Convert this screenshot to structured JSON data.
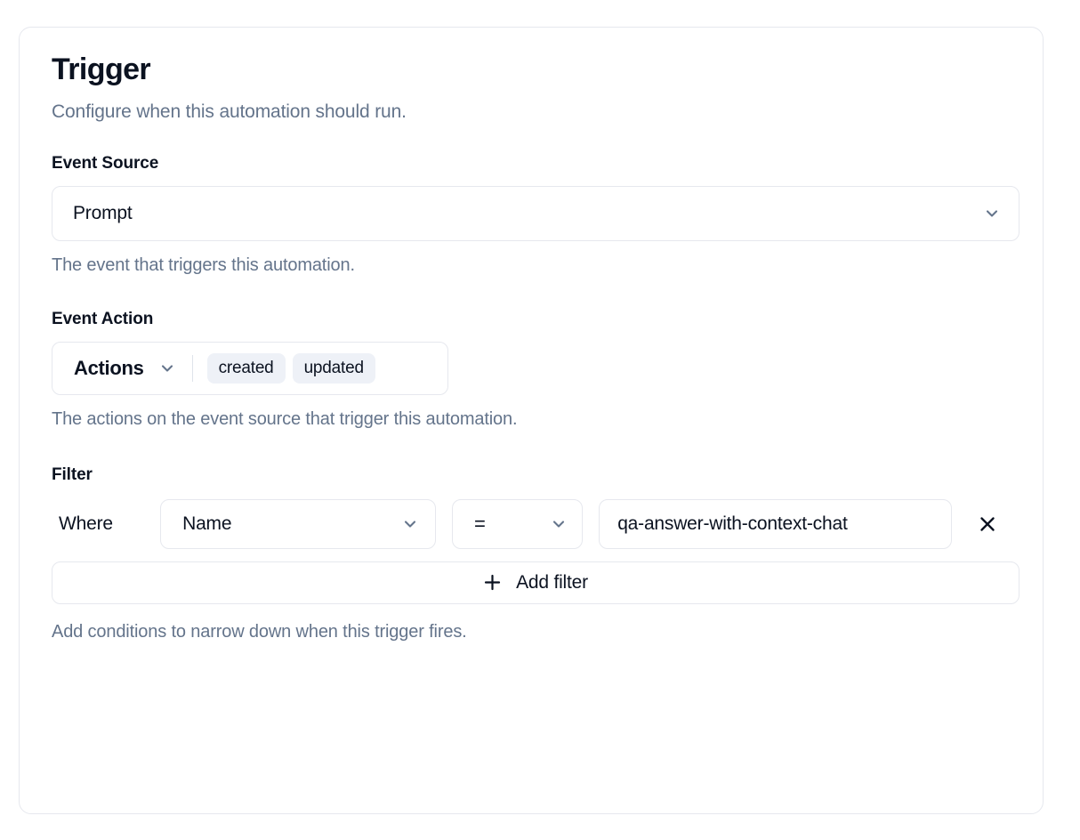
{
  "card": {
    "title": "Trigger",
    "subtitle": "Configure when this automation should run."
  },
  "event_source": {
    "label": "Event Source",
    "value": "Prompt",
    "help": "The event that triggers this automation.",
    "chevron_icon": "chevron-down-icon"
  },
  "event_action": {
    "label": "Event Action",
    "trigger_label": "Actions",
    "chips": [
      "created",
      "updated"
    ],
    "help": "The actions on the event source that trigger this automation.",
    "chevron_icon": "chevron-down-icon"
  },
  "filter": {
    "label": "Filter",
    "where_label": "Where",
    "rows": [
      {
        "field": "Name",
        "operator": "=",
        "value": "qa-answer-with-context-chat",
        "remove_icon": "close-icon"
      }
    ],
    "add_label": "Add filter",
    "add_icon": "plus-icon",
    "help": "Add conditions to narrow down when this trigger fires."
  },
  "colors": {
    "page_bg": "#ffffff",
    "card_border": "#e6e8ee",
    "text_primary": "#0b1220",
    "text_muted": "#64748b",
    "chip_bg": "#eef1f7"
  }
}
